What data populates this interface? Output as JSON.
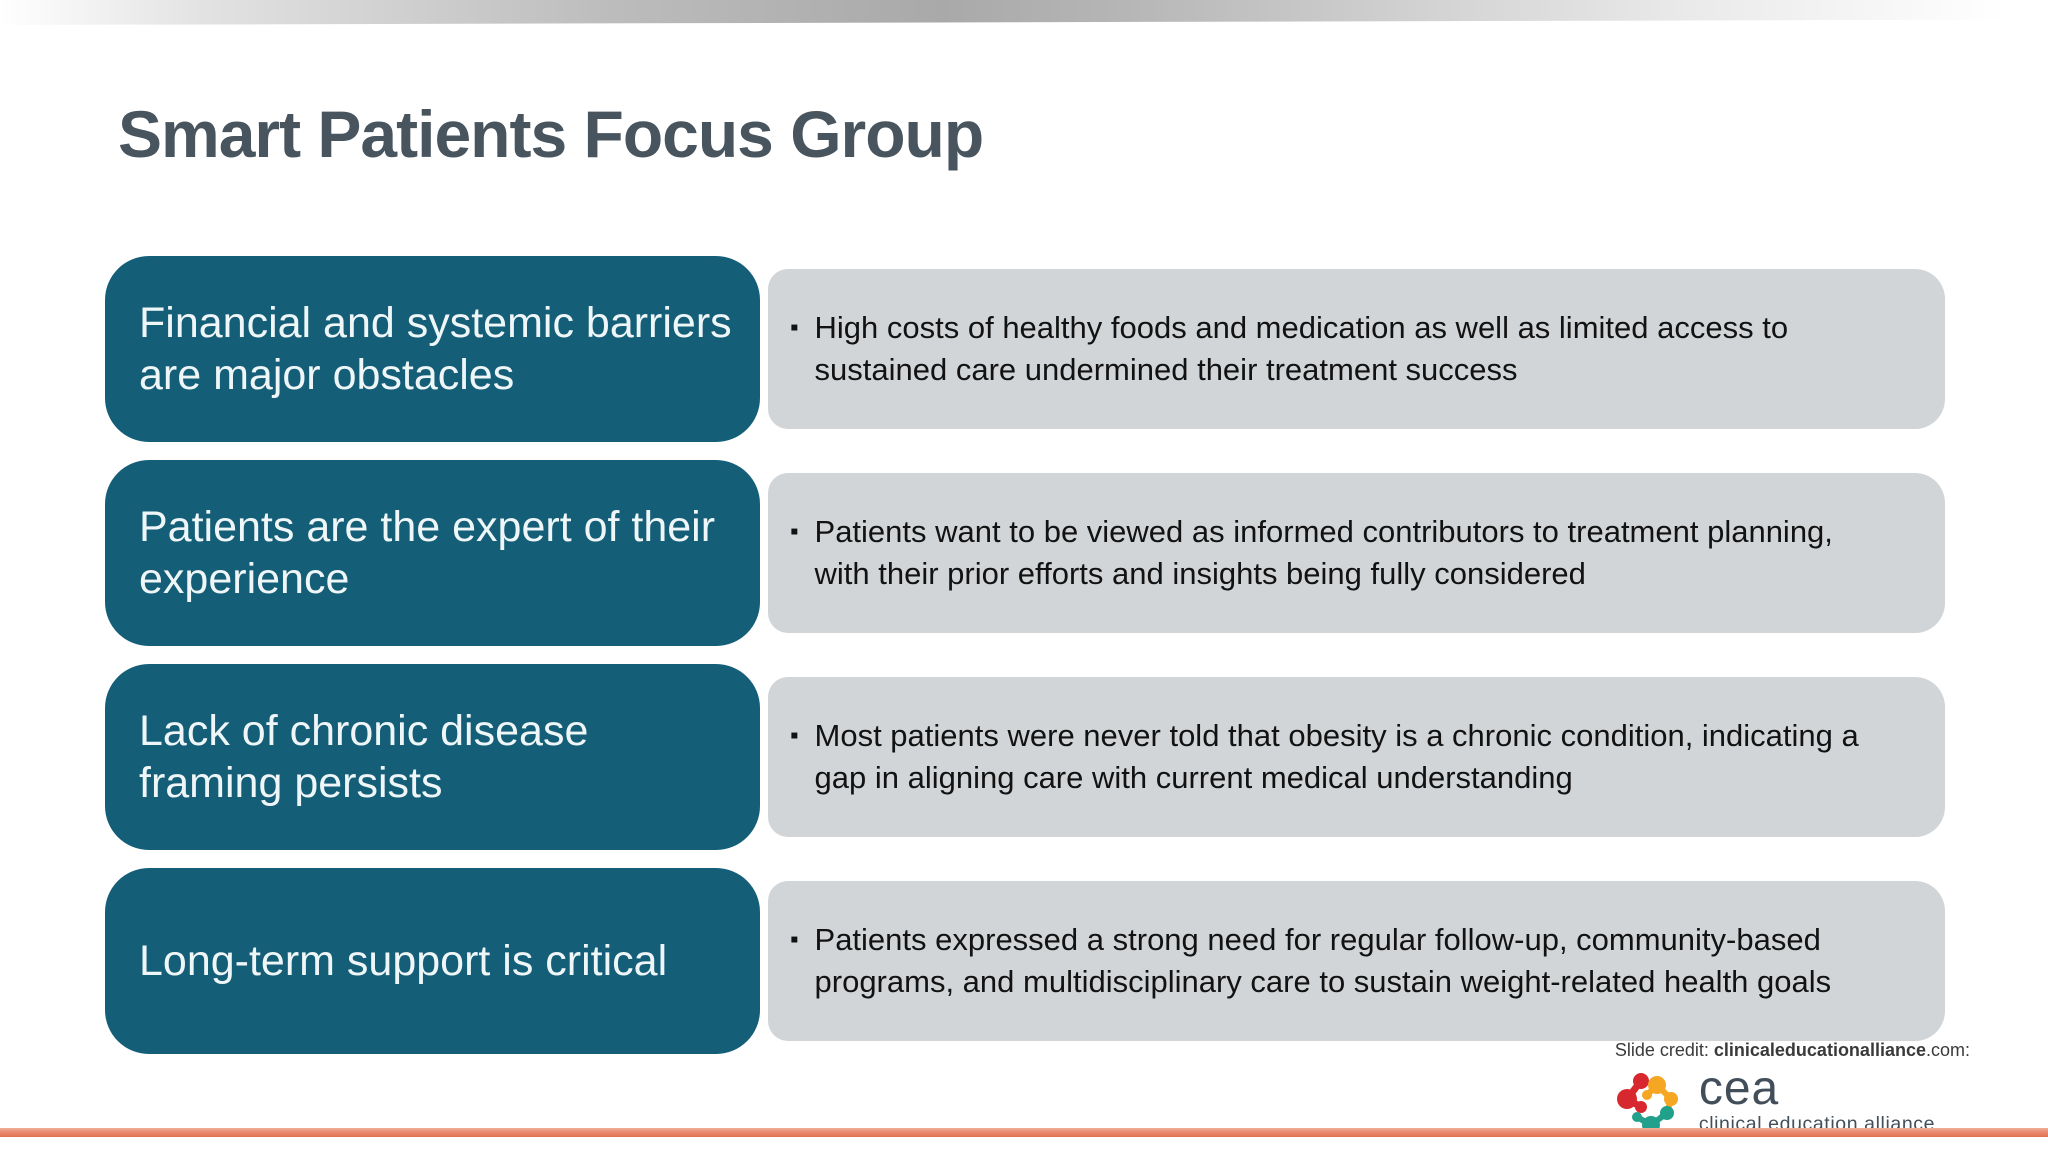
{
  "slide": {
    "title": "Smart Patients Focus Group",
    "bullet_marker": "▪",
    "rows": [
      {
        "heading": "Financial and systemic barriers are major obstacles",
        "bullet": "High costs of healthy foods and medication as well as limited access to sustained care undermined their treatment success"
      },
      {
        "heading": "Patients are the expert of their experience",
        "bullet": "Patients want to be viewed as informed contributors to treatment planning, with their prior efforts and insights being fully considered"
      },
      {
        "heading": "Lack of chronic disease framing persists",
        "bullet": "Most patients were never told that obesity is a chronic condition, indicating a gap in aligning care with current medical understanding"
      },
      {
        "heading": "Long-term support is critical",
        "bullet": "Patients expressed a strong need for regular follow-up, community-based programs, and multidisciplinary care to sustain weight-related health goals"
      }
    ],
    "credit": {
      "prefix": "Slide credit: ",
      "domain_bold": "clinicaleducationalliance",
      "suffix": ".com:"
    },
    "logo": {
      "name": "cea",
      "tagline": "clinical education alliance"
    },
    "colors": {
      "teal_box": "#155E78",
      "gray_box": "#D2D5D7",
      "title_text": "#48545E",
      "accent_line": "#E2714E",
      "logo_red": "#D7282F",
      "logo_yellow": "#F5A623",
      "logo_teal": "#21A08B"
    }
  }
}
